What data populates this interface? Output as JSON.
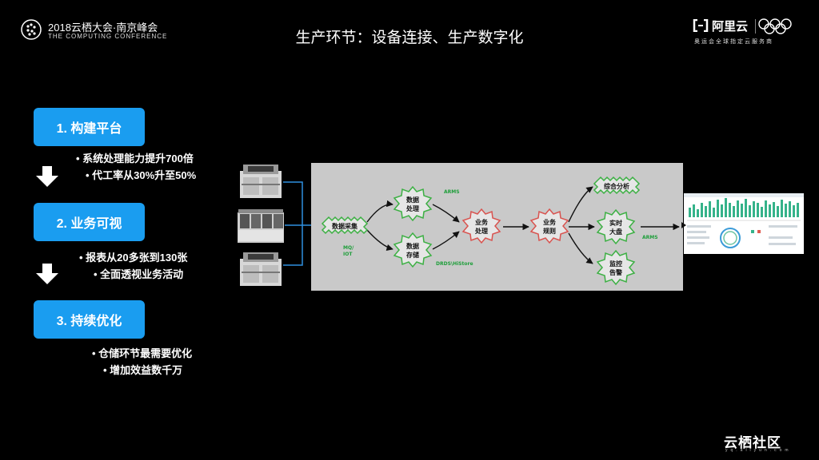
{
  "header": {
    "conference_title": "2018云栖大会·南京峰会",
    "conference_subtitle": "THE COMPUTING CONFERENCE",
    "slide_title": "生产环节：设备连接、生产数字化",
    "partner_brand": "阿里云",
    "partner_slogan": "奥运会全球指定云服务商"
  },
  "steps": [
    {
      "label": "1. 构建平台",
      "bullets": [
        "• 系统处理能力提升700倍",
        "• 代工率从30%升至50%"
      ]
    },
    {
      "label": "2. 业务可视",
      "bullets": [
        "• 报表从20多张到130张",
        "• 全面透视业务活动"
      ]
    },
    {
      "label": "3. 持续优化",
      "bullets": [
        "• 仓储环节最需要优化",
        "• 增加效益数千万"
      ]
    }
  ],
  "diagram": {
    "nodes": {
      "collect": "数据采集",
      "process_line1": "数据",
      "process_line2": "处理",
      "store_line1": "数据",
      "store_line2": "存储",
      "biz_process_line1": "业务",
      "biz_process_line2": "处理",
      "biz_rules_line1": "业务",
      "biz_rules_line2": "规则",
      "analysis": "综合分析",
      "realtime_line1": "实时",
      "realtime_line2": "大盘",
      "monitor_line1": "监控",
      "monitor_line2": "告警"
    },
    "labels": {
      "arms_top": "ARMS",
      "mq_line1": "MQ/",
      "mq_line2": "IOT",
      "drds": "DRDS\\HiStore",
      "arms_right": "ARMS"
    },
    "colors": {
      "panel": "#c9c9c9",
      "node_fill": "#e6e6e6",
      "node_green": "#3cb043",
      "node_red": "#d9534f",
      "label_green": "#1e9e3a",
      "arrow": "#111111"
    }
  },
  "footer": {
    "brand": "云栖社区",
    "brand_sub": "yq.aliyun.com"
  }
}
